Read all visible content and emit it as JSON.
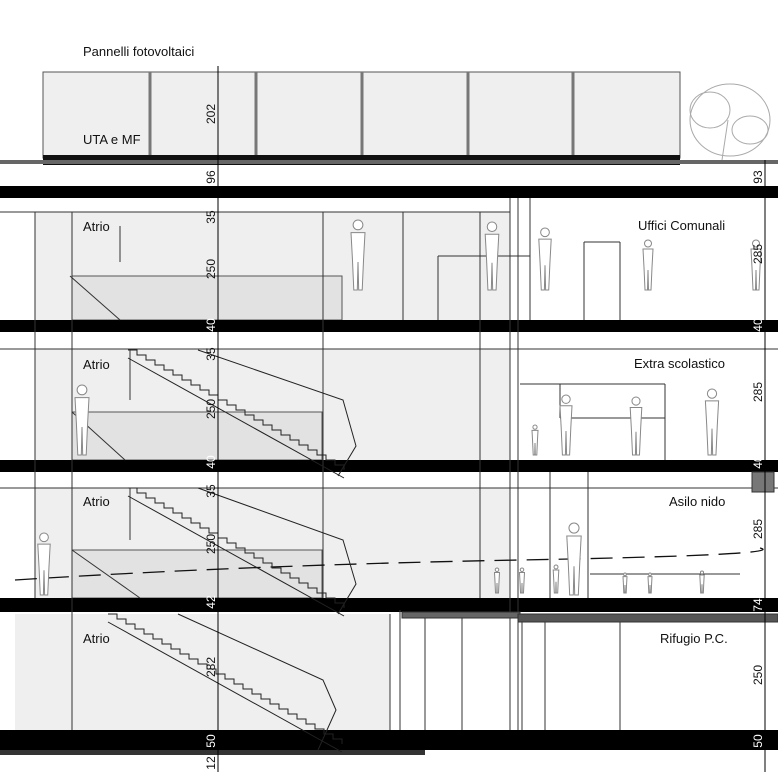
{
  "labels": {
    "pv": "Pannelli fotovoltaici",
    "uta": "UTA e MF",
    "atrio1": "Atrio",
    "atrio2": "Atrio",
    "atrio3": "Atrio",
    "atrio4": "Atrio",
    "uffici": "Uffici Comunali",
    "extra": "Extra scolastico",
    "asilo": "Asilo nido",
    "rifugio": "Rifugio P.C."
  },
  "dims_left": [
    "202",
    "96",
    "35",
    "250",
    "40",
    "35",
    "250",
    "40",
    "35",
    "250",
    "42",
    "282",
    "50",
    "12"
  ],
  "dims_right": [
    "93",
    "285",
    "40",
    "285",
    "40",
    "285",
    "74",
    "250",
    "50"
  ],
  "colors": {
    "slab": "#000000",
    "interior": "#efefef",
    "line": "#333333",
    "figure": "#999999"
  }
}
